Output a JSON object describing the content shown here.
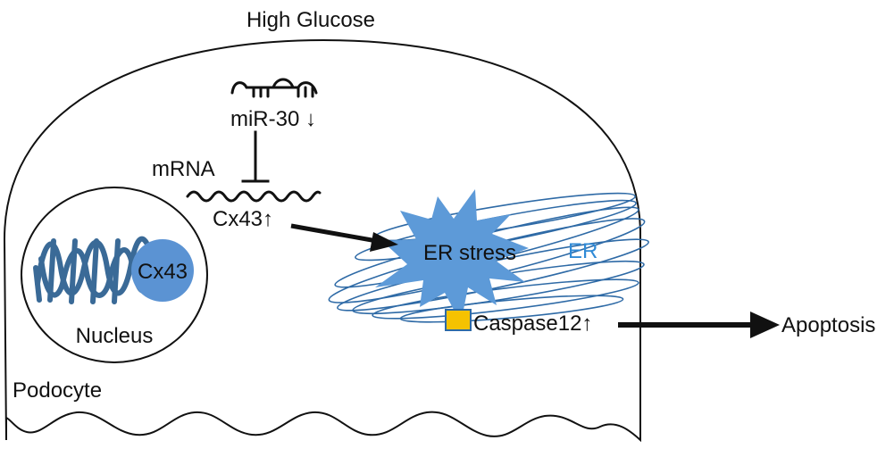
{
  "labels": {
    "condition": "High Glucose",
    "mirna": "miR-30 ↓",
    "mrna": "mRNA",
    "cx43_transcript": "Cx43↑",
    "cx43_nucleus": "Cx43",
    "nucleus": "Nucleus",
    "er_stress": "ER stress",
    "er": "ER",
    "caspase": "Caspase12↑",
    "outcome": "Apoptosis",
    "cell": "Podocyte"
  },
  "colors": {
    "line": "#111111",
    "dna": "#3a6a97",
    "cx43_protein": "#5b93d3",
    "er_outline": "#2e6aa6",
    "er_stress_fill": "#5d9ad8",
    "er_label": "#2f8ad6",
    "caspase_fill": "#f5c200",
    "caspase_stroke": "#2e6aa6"
  },
  "icons": {
    "mirna": "hairpin-rna-icon",
    "mrna": "wavy-strand-icon",
    "dna": "double-helix-icon",
    "inhibition": "t-bar-inhibition-icon",
    "er_stress": "starburst-icon",
    "caspase": "square-marker-icon"
  }
}
